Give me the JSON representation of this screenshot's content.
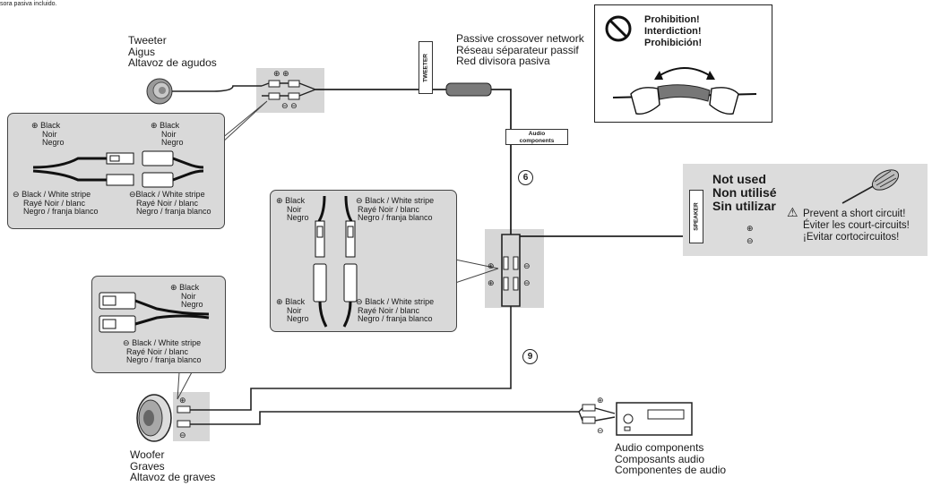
{
  "top_fragment": "sora pasiva incluido.",
  "tweeter": {
    "lines": [
      "Tweeter",
      "Aigus",
      "Altavoz de agudos"
    ]
  },
  "crossover": {
    "lines": [
      "Passive crossover network",
      "Réseau séparateur passif",
      "Red divisora pasiva"
    ]
  },
  "prohibition": {
    "lines": [
      "Prohibition!",
      "Interdiction!",
      "Prohibición!"
    ]
  },
  "tags": {
    "tweeter": "TWEETER",
    "audio_components": [
      "Audio",
      "components"
    ],
    "speaker": "SPEAKER"
  },
  "not_used": {
    "lines": [
      "Not used",
      "Non utilisé",
      "Sin utilizar"
    ]
  },
  "short_circuit": {
    "lines": [
      "Prevent a short circuit!",
      "Éviter les court-circuits!",
      "¡Evitar cortocircuitos!"
    ]
  },
  "markers": {
    "six": "6",
    "nine": "9"
  },
  "wire_black": [
    "Black",
    "Noir",
    "Negro"
  ],
  "wire_stripe": [
    "Black / White stripe",
    "Rayé Noir / blanc",
    "Negro / franja blanco"
  ],
  "symbols": {
    "plus": "⊕",
    "minus": "⊖",
    "warning": "⚠"
  },
  "woofer": {
    "lines": [
      "Woofer",
      "Graves",
      "Altavoz de graves"
    ]
  },
  "audio": {
    "lines": [
      "Audio components",
      "Composants audio",
      "Componentes de audio"
    ]
  }
}
